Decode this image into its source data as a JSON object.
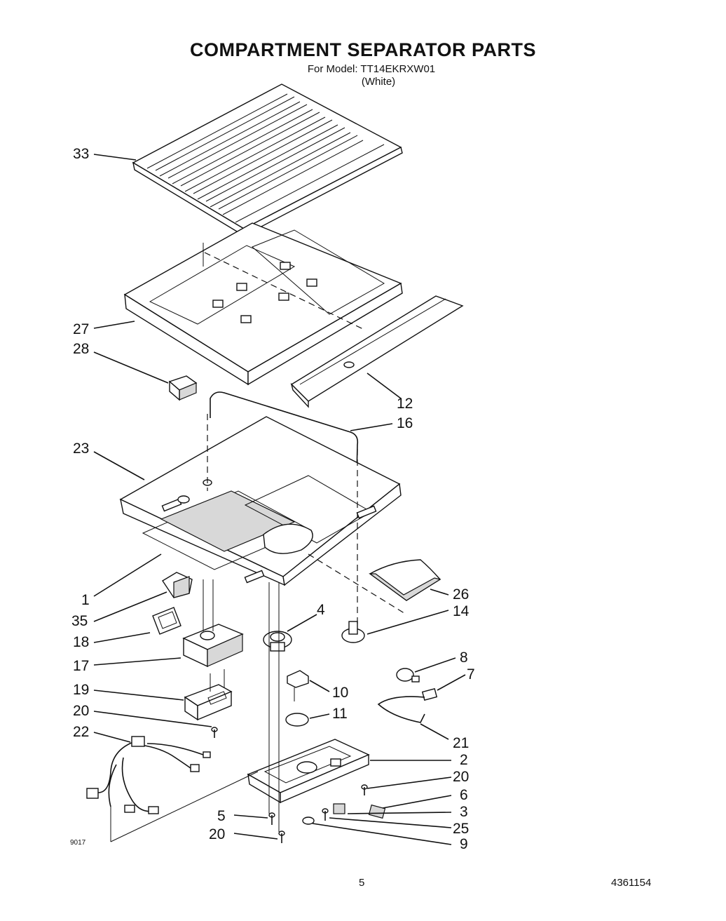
{
  "header": {
    "title": "COMPARTMENT SEPARATOR PARTS",
    "model_line": "For Model: TT14EKRXW01",
    "color_line": "(White)"
  },
  "callouts": {
    "c33": "33",
    "c27": "27",
    "c28": "28",
    "c12": "12",
    "c16": "16",
    "c23": "23",
    "c1": "1",
    "c26": "26",
    "c35": "35",
    "c4": "4",
    "c14": "14",
    "c18": "18",
    "c17": "17",
    "c8": "8",
    "c7": "7",
    "c19": "19",
    "c10": "10",
    "c20a": "20",
    "c11": "11",
    "c22": "22",
    "c21": "21",
    "c2": "2",
    "c20b": "20",
    "c6": "6",
    "c5": "5",
    "c3": "3",
    "c25": "25",
    "c20c": "20",
    "c9": "9"
  },
  "footer": {
    "diagram_code": "9017",
    "page_number": "5",
    "part_number": "4361154"
  }
}
